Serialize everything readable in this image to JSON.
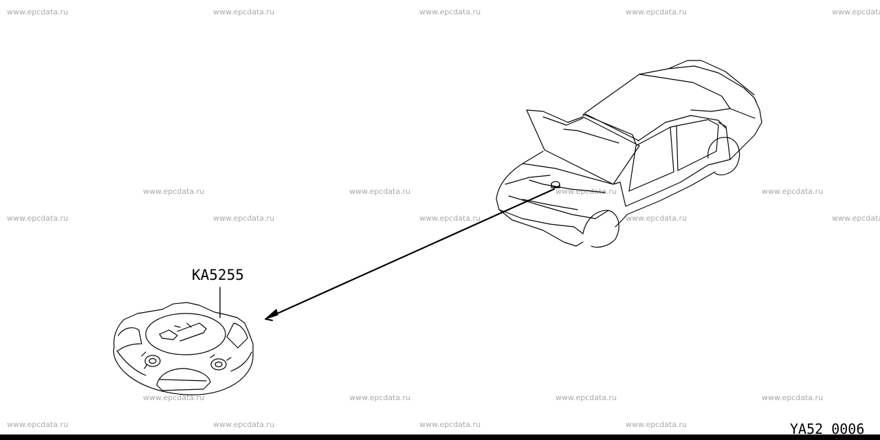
{
  "watermark": {
    "text": "www.epcdata.ru"
  },
  "labels": {
    "part_number": "KA5255",
    "diagram_code": "YA52 0006"
  },
  "colors": {
    "line": "#000000",
    "watermark": "#a9a9a9",
    "background": "#ffffff"
  }
}
